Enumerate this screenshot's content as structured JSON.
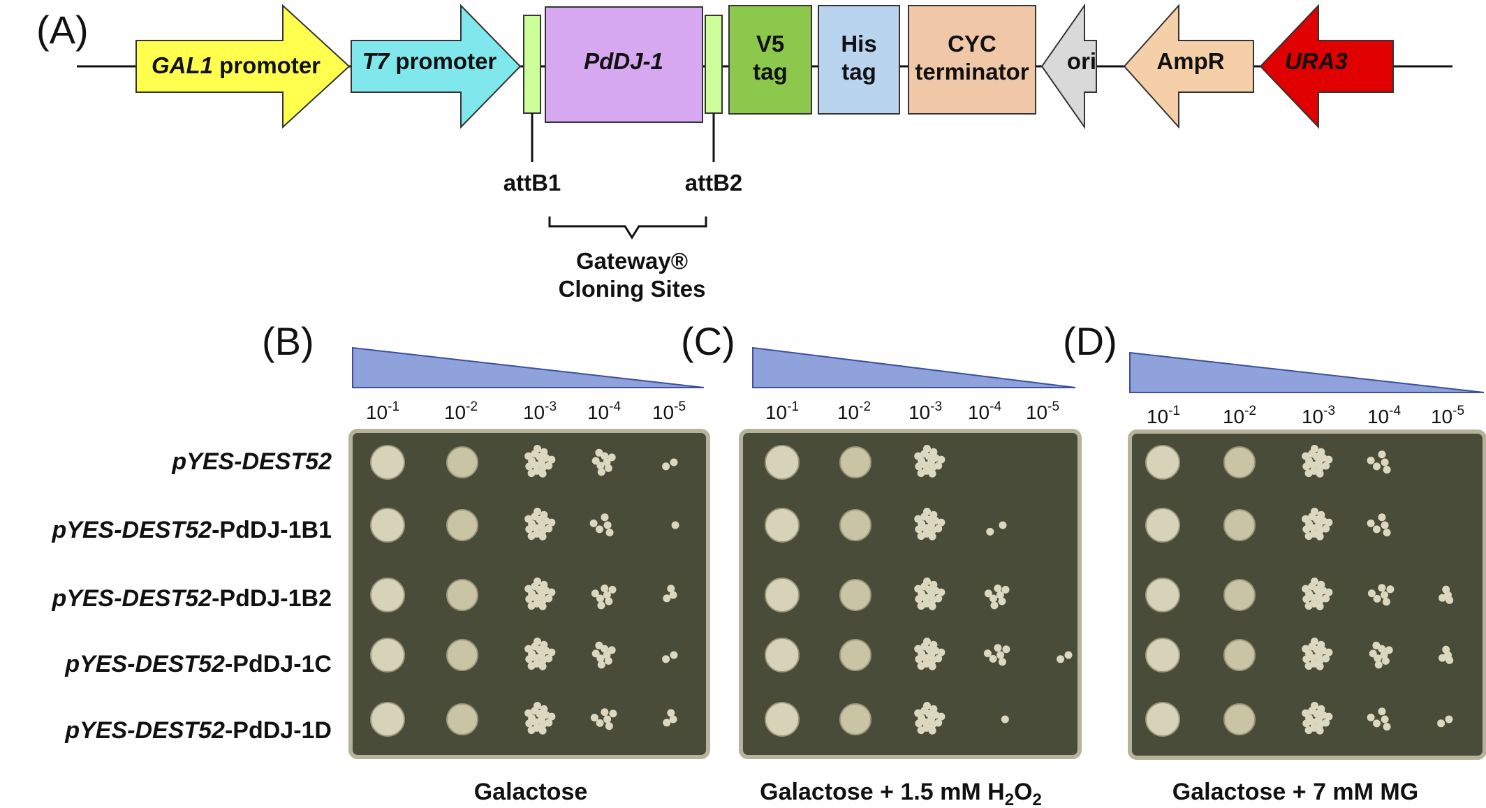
{
  "panels": {
    "a": "(A)",
    "b": "(B)",
    "c": "(C)",
    "d": "(D)"
  },
  "construct": {
    "gal1_gene": "GAL1",
    "gal1_suffix": " promoter",
    "t7_gene": "T7",
    "t7_suffix": " promoter",
    "pddj": "PdDJ-1",
    "v5_line1": "V5",
    "v5_line2": "tag",
    "his_line1": "His",
    "his_line2": "tag",
    "cyc_line1": "CYC",
    "cyc_line2": "terminator",
    "ori": "ori",
    "ampr": "AmpR",
    "ura3": "URA3",
    "attb1": "attB1",
    "attb2": "attB2",
    "gateway_line1": "Gateway®",
    "gateway_line2": "Cloning Sites"
  },
  "colors": {
    "gal1": "#ffff4d",
    "t7": "#80e8ec",
    "att": "#ccff99",
    "pddj": "#d6a8f0",
    "v5": "#8cc84b",
    "his": "#b8d4ee",
    "cyc": "#f0c8a8",
    "ori": "#d9d9d9",
    "ampr": "#f5cfa8",
    "ura3": "#e00000",
    "wedge": "#8fa2dc",
    "plate": "#4a4c3a",
    "plate_rim": "#b7b39a"
  },
  "dilutions": {
    "base": "10",
    "exps": [
      "-1",
      "-2",
      "-3",
      "-4",
      "-5"
    ]
  },
  "strains": [
    {
      "italic": "pYES-DEST52",
      "plain": ""
    },
    {
      "italic": "pYES-DEST52",
      "plain": "-PdDJ-1B1"
    },
    {
      "italic": "pYES-DEST52",
      "plain": "-PdDJ-1B2"
    },
    {
      "italic": "pYES-DEST52",
      "plain": "-PdDJ-1C"
    },
    {
      "italic": "pYES-DEST52",
      "plain": "-PdDJ-1D"
    }
  ],
  "conditions": {
    "b": "Galactose",
    "c_pre": "Galactose + 1.5 mM H",
    "c_sub1": "2",
    "c_mid": "O",
    "c_sub2": "2",
    "d": "Galactose + 7 mM MG"
  }
}
